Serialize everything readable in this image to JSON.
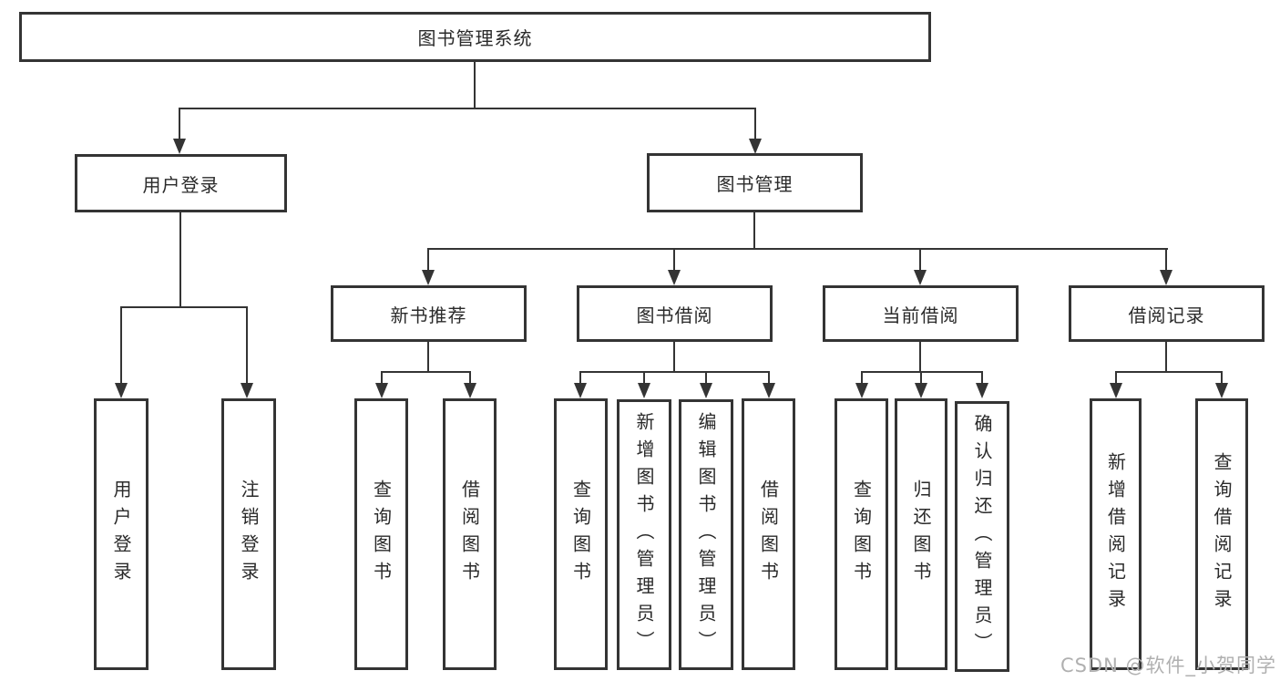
{
  "diagram": {
    "title": "图书管理系统",
    "root": "图书管理系统",
    "level2": {
      "user_login": "用户登录",
      "book_mgmt": "图书管理"
    },
    "level3": {
      "new_books": "新书推荐",
      "borrowing": "图书借阅",
      "current": "当前借阅",
      "records": "借阅记录"
    },
    "leaves": {
      "login": "用户登录",
      "logout": "注销登录",
      "nb_query": "查询图书",
      "nb_borrow": "借阅图书",
      "bw_query": "查询图书",
      "bw_add": "新增图书（管理员）",
      "bw_edit": "编辑图书（管理员）",
      "bw_borrow": "借阅图书",
      "cur_query": "查询图书",
      "cur_return": "归还图书",
      "cur_confirm": "确认归还（管理员）",
      "rec_add": "新增借阅记录",
      "rec_query": "查询借阅记录"
    }
  },
  "watermark": "CSDN @软件_小贺同学",
  "colors": {
    "line": "#343434",
    "text": "#2a2a2a",
    "watermark": "#b0b0b0",
    "background": "#ffffff"
  }
}
